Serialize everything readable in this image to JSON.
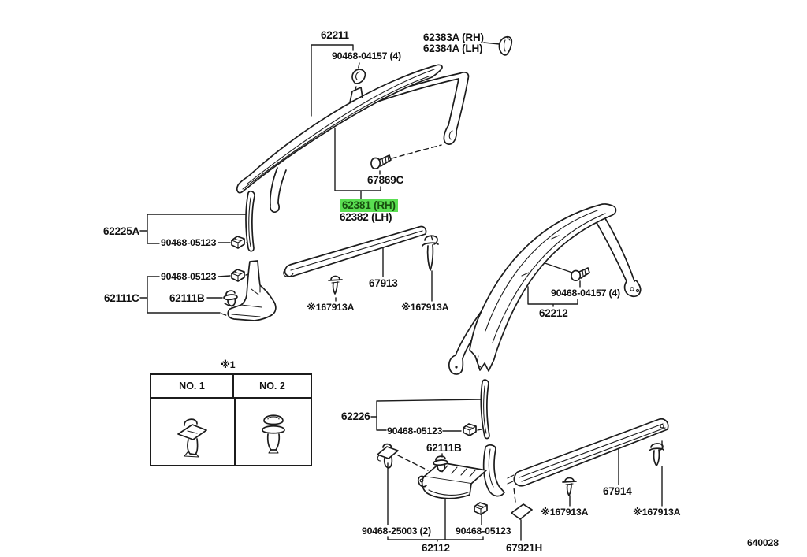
{
  "diagram": {
    "id_number": "640028",
    "highlight_color": "#5ade52",
    "highlighted_part": "62381 (RH)"
  },
  "labels": {
    "l62211": "62211",
    "screw_04157_top": "90468-04157 (4)",
    "l62383a": "62383A (RH)",
    "l62384a": "62384A (LH)",
    "l67869c": "67869C",
    "l62381": "62381 (RH)",
    "l62382": "62382 (LH)",
    "l62225a": "62225A",
    "clip_05123_a": "90468-05123",
    "clip_05123_b": "90468-05123",
    "l62111c": "62111C",
    "l62111b_a": "62111B",
    "l67913": "67913",
    "ref_167913a_a": "※167913A",
    "ref_167913a_b": "※167913A",
    "screw_04157_right": "90468-04157 (4)",
    "l62212": "62212",
    "l62226": "62226",
    "clip_05123_c": "90468-05123",
    "l62111b_b": "62111B",
    "clip_25003": "90468-25003 (2)",
    "clip_05123_d": "90468-05123",
    "l62112": "62112",
    "l67921h": "67921H",
    "l67914": "67914",
    "ref_167913a_c": "※167913A",
    "ref_167913a_d": "※167913A"
  },
  "table": {
    "note": "※1",
    "col1_header": "NO. 1",
    "col2_header": "NO. 2"
  }
}
